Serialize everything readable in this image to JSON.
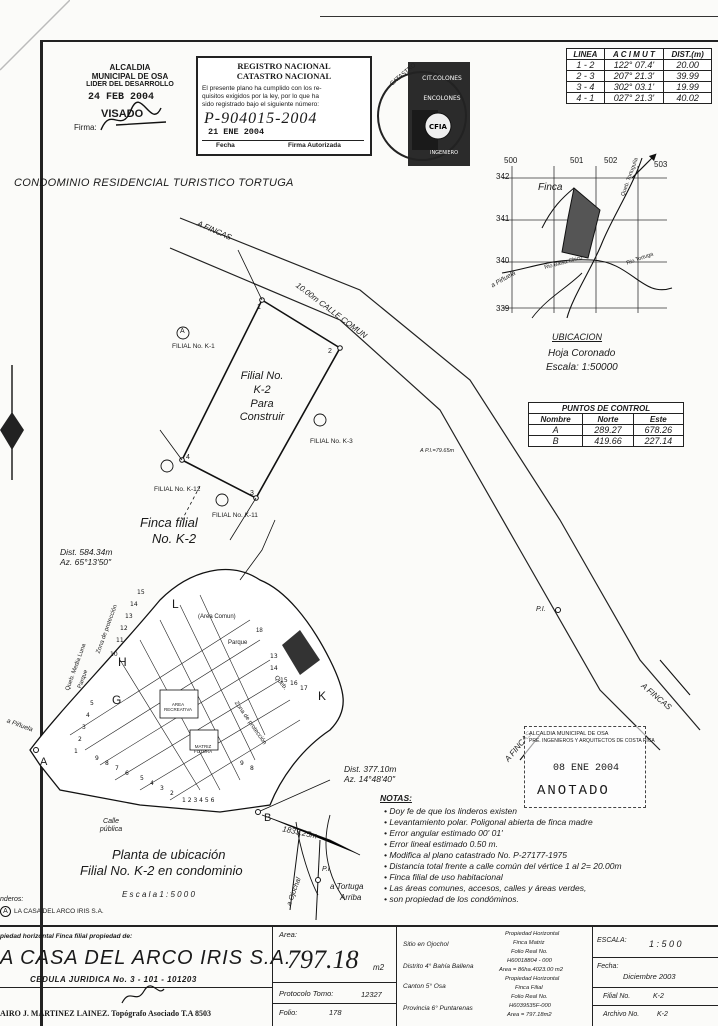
{
  "stamps": {
    "municipal": {
      "line1": "ALCALDIA",
      "line2": "MUNICIPAL DE OSA",
      "line3": "LIDER DEL DESARROLLO",
      "date": "24 FEB 2004",
      "visado": "VISADO",
      "firma": "Firma:"
    },
    "registro": {
      "title1": "REGISTRO NACIONAL",
      "title2": "CATASTRO NACIONAL",
      "body1": "El presente plano ha cumplido con los re-",
      "body2": "quisitos exigidos por la ley, por lo que ha",
      "body3": "sido registrado bajo el siguiente número:",
      "number": "P-904015-2004",
      "date": "21 ENE 2004",
      "fecha": "Fecha",
      "firma": "Firma Autorizada"
    },
    "colegio": {
      "text1": "CATASTRO",
      "text2": "CIT.COLONES",
      "text3": "ENCOLONES",
      "text4": "CFIA",
      "text5": "INGENIERO"
    },
    "anotado": {
      "line1": "ALCALDIA MUNICIPAL DE OSA",
      "line2": "PRE. INGENIEROS Y ARQUITECTOS DE COSTA RICA",
      "date": "08 ENE 2004",
      "text": "ANOTADO"
    }
  },
  "lines_table": {
    "headers": [
      "LINEA",
      "A C I M U T",
      "DIST.(m)"
    ],
    "rows": [
      [
        "1 - 2",
        "122° 07.4'",
        "20.00"
      ],
      [
        "2 - 3",
        "207° 21.3'",
        "39.99"
      ],
      [
        "3 - 4",
        "302° 03.1'",
        "19.99"
      ],
      [
        "4 - 1",
        "027° 21.3'",
        "40.02"
      ]
    ]
  },
  "title": "CONDOMINIO RESIDENCIAL TURISTICO TORTUGA",
  "location_map": {
    "grid_x": [
      "500",
      "501",
      "502",
      "503"
    ],
    "grid_y": [
      "342",
      "341",
      "340",
      "339"
    ],
    "finca": "Finca",
    "river1": "Queb. Tortugulla",
    "river2": "Rio Tortuga",
    "river3": "Rio Balsa Chico",
    "place": "a Piñuela",
    "ubicacion": "UBICACION",
    "hoja": "Hoja Coronado",
    "escala": "Escala: 1:50000"
  },
  "control_points": {
    "title": "PUNTOS DE CONTROL",
    "headers": [
      "Nombre",
      "Norte",
      "Este"
    ],
    "rows": [
      [
        "A",
        "289.27",
        "678.26"
      ],
      [
        "B",
        "419.66",
        "227.14"
      ]
    ]
  },
  "plan": {
    "a_fincas_top": "A FINCAS",
    "calle_comun": "10.00m CALLE COMUN",
    "k1_label": "FILIAL No. K-1",
    "k2_l1": "Filial No.",
    "k2_l2": "K-2",
    "k2_l3": "Para",
    "k2_l4": "Construir",
    "k3_label": "FILIAL No. K-3",
    "k12_label": "FILIAL No. K-12",
    "k11_label": "FILIAL No. K-11",
    "pi_coord": "A P.I.=79.65m",
    "v1": "1",
    "v2": "2",
    "v3": "3",
    "v4": "4",
    "circle_a": "A"
  },
  "finca_filial": {
    "line1": "Finca filial",
    "line2": "No. K-2"
  },
  "dist1": {
    "dist": "Dist. 584.34m",
    "az": "Az. 65°13'50\""
  },
  "dist2": {
    "dist": "Dist. 377.10m",
    "az": "Az. 14°48'40\""
  },
  "site": {
    "L": "L",
    "area_comun": "(Area Comun)",
    "parque": "Parque",
    "n18": "18",
    "zona_proteccion": "Zona de protección",
    "queb_media_luna": "Queb. Media Luna",
    "parque2": "Parque",
    "H": "H",
    "G": "G",
    "K": "K",
    "area_recreativa": "AREA RECREATIVA",
    "matriz": "MATRIZ FUTURA",
    "queb": "Queb.",
    "zona_prot2": "Zona de protección",
    "pinuela": "a Piñuela",
    "A": "A",
    "B": "B",
    "calle_publica": "Calle pública",
    "dist_b": "1833.25m",
    "pi": "P.I.",
    "a_fincas_bottom": "A FINCAS",
    "a_fincas_lower": "A FINCAS"
  },
  "planta": {
    "line1": "Planta de ubicación",
    "line2": "Filial No. K-2 en condominio",
    "escala": "E s c a l a   1 : 5 0 0 0"
  },
  "ojochal": {
    "road": "a Ojochal",
    "pi": "P.I.",
    "tortuga": "a Tortuga",
    "arriba": "Arriba"
  },
  "notes": {
    "title": "NOTAS:",
    "items": [
      "Doy fe de que los linderos existen",
      "Levantamiento polar. Poligonal abierta de finca madre",
      "Error angular estimado 00' 01'",
      "Error lineal estimado 0.50 m.",
      "Modifica al plano catastrado No. P-27177-1975",
      "Distancia total frente a calle común del vértice 1 al 2= 20.00m",
      "Finca filial de uso habitacional",
      "Las áreas comunes, accesos, calles y áreas verdes,",
      "son propiedad de los condóminos."
    ]
  },
  "left_margin": {
    "linderos": "nderos:",
    "circle": "A",
    "owner_ref": "LA CASA DEL ARCO IRIS S.A."
  },
  "footer": {
    "prop_label": "piedad horizontal Finca filial propiedad de:",
    "owner": "A CASA DEL ARCO IRIS S.A.",
    "cedula": "CEDULA JURIDICA No.  3 - 101 - 101203",
    "surveyor": "AIRO J. MARTINEZ LAINEZ. Topógrafo Asociado T.A 8503",
    "area_label": "Area:",
    "area_value": "797.18",
    "area_unit": "m2",
    "protocolo_label": "Protocolo Tomo:",
    "protocolo_value": "12327",
    "folio_label": "Folio:",
    "folio_value": "178",
    "sitio": "Sitio en Ojochol",
    "distrito": "Distrito 4° Bahía Ballena",
    "canton": "Canton 5° Osa",
    "provincia": "Provincia 6° Puntarenas",
    "ph1": "Propiedad Horizontal",
    "ph2": "Finca Matriz",
    "ph3": "Folio Real No.",
    "ph4": "H60018804 - 000",
    "ph5": "Area = 86ha.4023.00 m2",
    "ph6": "Propiedad Horizontal",
    "ph7": "Finca Filial",
    "ph8": "Folio Real No.",
    "ph9": "H6039535F-000",
    "ph10": "Area = 797.18m2",
    "escala_label": "ESCALA:",
    "escala_value": "1 : 5 0 0",
    "fecha_label": "Fecha:",
    "fecha_value": "Diciembre 2003",
    "filial_label": "Filial No.",
    "filial_value": "K-2",
    "archivo_label": "Archivo No.",
    "archivo_value": "K-2"
  }
}
